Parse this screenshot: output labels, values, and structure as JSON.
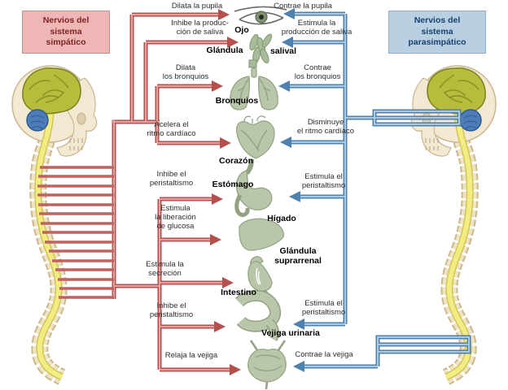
{
  "titles": {
    "sympathetic": "Nervios del\nsistema\nsimpático",
    "parasympathetic": "Nervios del\nsistema\nparasimpático"
  },
  "sympathetic": {
    "effects": [
      "Dilata la pupila",
      "Inhibe la produc-\nción de saliva",
      "Dilata\nlos bronquios",
      "Acelera el\nritmo cardíaco",
      "Inhibe el\nperistaltismo",
      "Estimula\nla liberación\nde glucosa",
      "Estimula la\nsecreción",
      "Inhibe el\nperistaltismo",
      "Relaja la vejiga"
    ]
  },
  "parasympathetic": {
    "effects": [
      "Contrae la pupila",
      "Estimula la\nproducción de saliva",
      "Contrae\nlos bronquios",
      "Disminuye\nel ritmo cardíaco",
      "Estimula el\nperistaltismo",
      "Estimula el\nperistaltismo",
      "Contrae la vejiga"
    ]
  },
  "organ_labels": {
    "eye": "Ojo",
    "salivary_left": "Glándula",
    "salivary_right": "salival",
    "bronchi": "Bronquios",
    "heart": "Corazón",
    "stomach": "Estómago",
    "liver": "Hígado",
    "adrenal": "Glándula\nsuprarrenal",
    "intestine": "Intestino",
    "bladder": "Vejiga urinaria"
  },
  "colors": {
    "sympathetic_red": "#b4504e",
    "sympathetic_red_light": "#e7a29f",
    "parasympathetic_blue": "#4f81af",
    "parasympathetic_blue_light": "#aac9e2",
    "organ_green": "#b9c6aa",
    "spine_yellow": "#f2ec82",
    "brain_green": "#b6bc3c",
    "cerebellum_blue": "#4d7cb8",
    "sym_box_bg": "#efb6b6",
    "para_box_bg": "#b9d0e3"
  }
}
